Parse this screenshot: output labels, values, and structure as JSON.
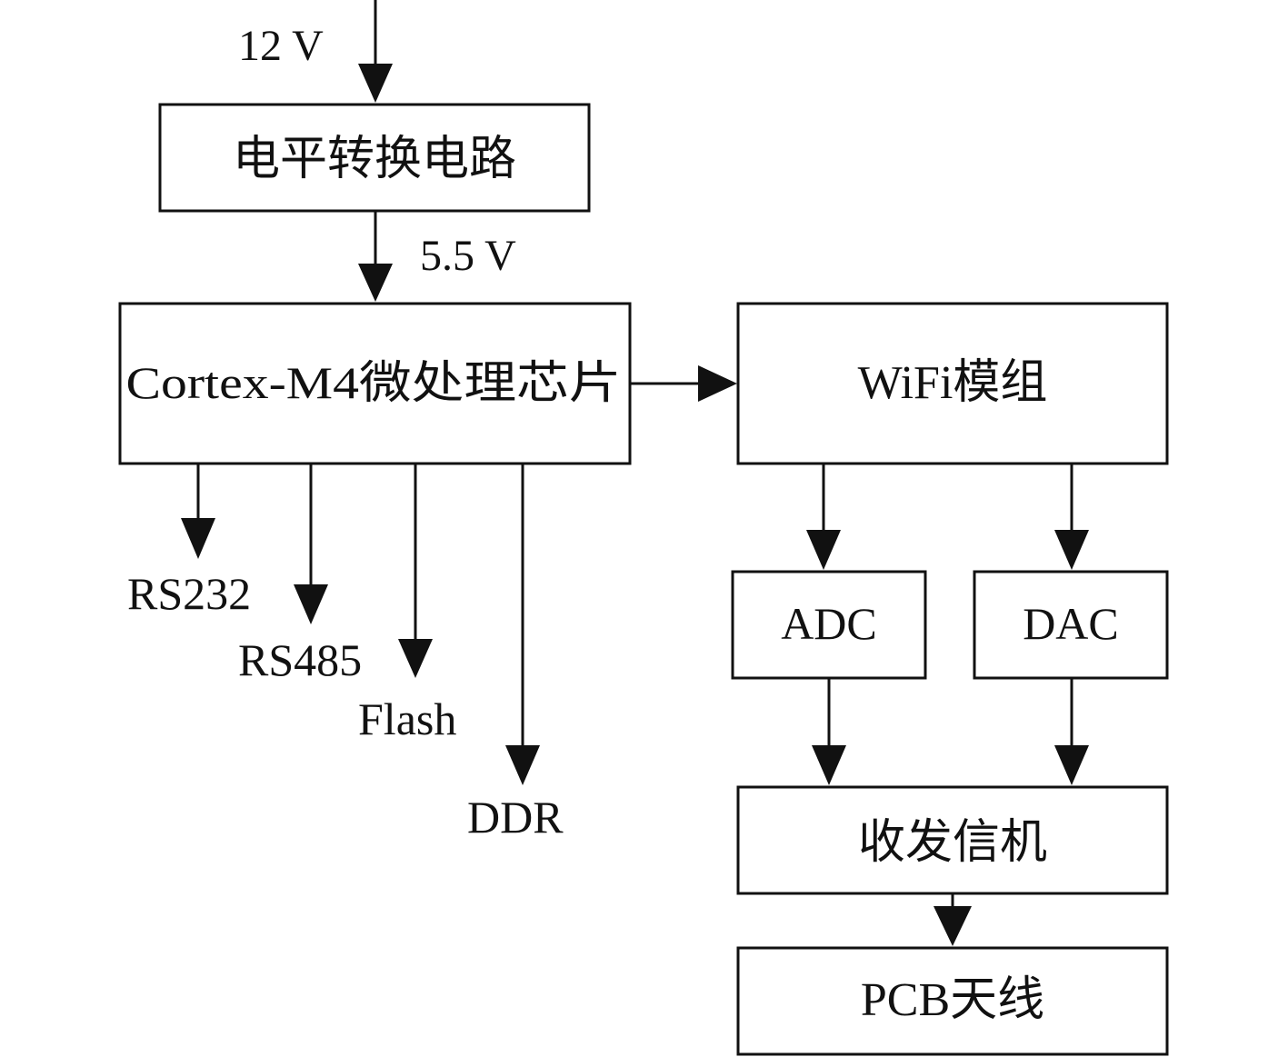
{
  "diagram": {
    "type": "block-diagram",
    "blocks": {
      "level_shift": "电平转换电路",
      "mcu": "Cortex-M4微处理芯片",
      "wifi": "WiFi模组",
      "adc": "ADC",
      "dac": "DAC",
      "transceiver": "收发信机",
      "antenna": "PCB天线"
    },
    "labels": {
      "input_voltage": "12 V",
      "output_voltage": "5.5 V",
      "rs232": "RS232",
      "rs485": "RS485",
      "flash": "Flash",
      "ddr": "DDR"
    },
    "edges": [
      {
        "from": "12 V",
        "to": "电平转换电路"
      },
      {
        "from": "电平转换电路",
        "to": "Cortex-M4微处理芯片",
        "label": "5.5 V"
      },
      {
        "from": "Cortex-M4微处理芯片",
        "to": "WiFi模组"
      },
      {
        "from": "Cortex-M4微处理芯片",
        "to": "RS232"
      },
      {
        "from": "Cortex-M4微处理芯片",
        "to": "RS485"
      },
      {
        "from": "Cortex-M4微处理芯片",
        "to": "Flash"
      },
      {
        "from": "Cortex-M4微处理芯片",
        "to": "DDR"
      },
      {
        "from": "WiFi模组",
        "to": "ADC"
      },
      {
        "from": "WiFi模组",
        "to": "DAC"
      },
      {
        "from": "ADC",
        "to": "收发信机"
      },
      {
        "from": "DAC",
        "to": "收发信机"
      },
      {
        "from": "收发信机",
        "to": "PCB天线"
      }
    ]
  }
}
